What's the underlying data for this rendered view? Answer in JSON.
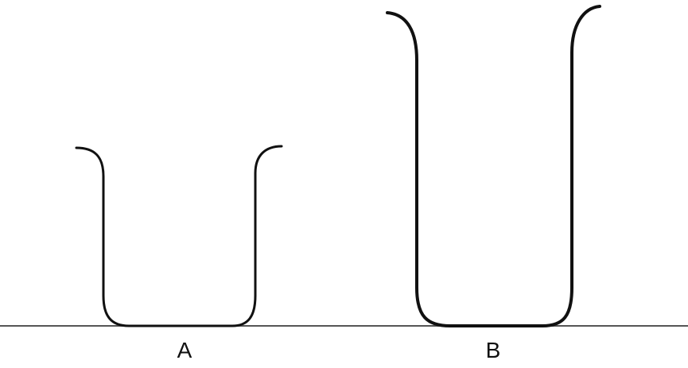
{
  "colors": {
    "background": "#ffffff",
    "ink": "#111111",
    "baseline": "#555555"
  },
  "vessels": [
    {
      "id": "a",
      "label": "A",
      "relative_height": "short"
    },
    {
      "id": "b",
      "label": "B",
      "relative_height": "tall"
    }
  ]
}
